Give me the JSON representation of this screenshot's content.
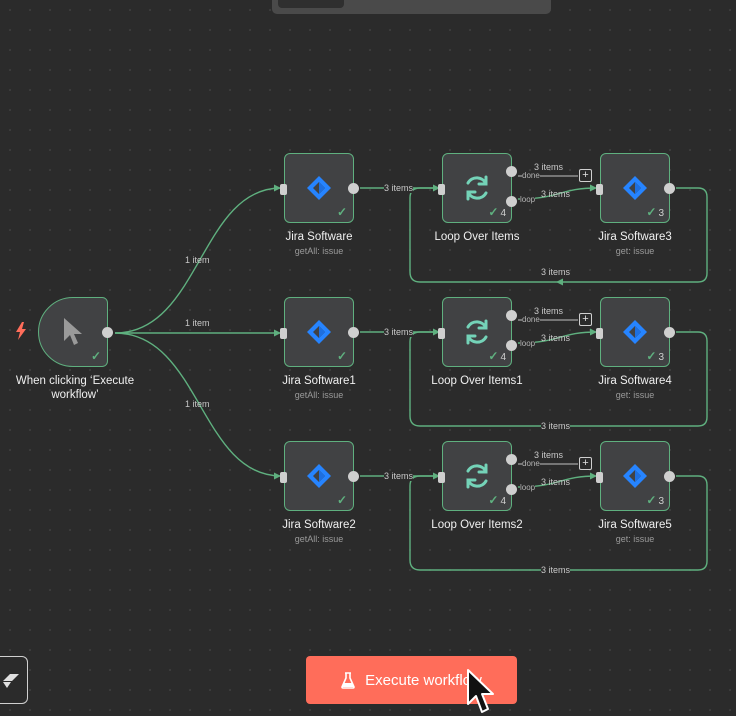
{
  "trigger": {
    "title": "When clicking ‘Execute workflow’",
    "title_line1": "When clicking ‘Execute",
    "title_line2": "workflow’"
  },
  "nodes": {
    "jira": {
      "title": "Jira Software",
      "subtitle": "getAll: issue"
    },
    "jira1": {
      "title": "Jira Software1",
      "subtitle": "getAll: issue"
    },
    "jira2": {
      "title": "Jira Software2",
      "subtitle": "getAll: issue"
    },
    "loop": {
      "title": "Loop Over Items",
      "count": "4"
    },
    "loop1": {
      "title": "Loop Over Items1",
      "count": "4"
    },
    "loop2": {
      "title": "Loop Over Items2",
      "count": "4"
    },
    "jira3": {
      "title": "Jira Software3",
      "subtitle": "get: issue",
      "count": "3"
    },
    "jira4": {
      "title": "Jira Software4",
      "subtitle": "get: issue",
      "count": "3"
    },
    "jira5": {
      "title": "Jira Software5",
      "subtitle": "get: issue",
      "count": "3"
    }
  },
  "edges": {
    "one_item": "1 item",
    "three_items": "3 items",
    "done": "done",
    "loop": "loop"
  },
  "toolbar": {
    "execute_label": "Execute workflow"
  },
  "colors": {
    "node_border": "#5fb07f",
    "execute_bg": "#ff6d5a",
    "jira_blue": "#2684ff",
    "loop_icon": "#74d3b8"
  }
}
